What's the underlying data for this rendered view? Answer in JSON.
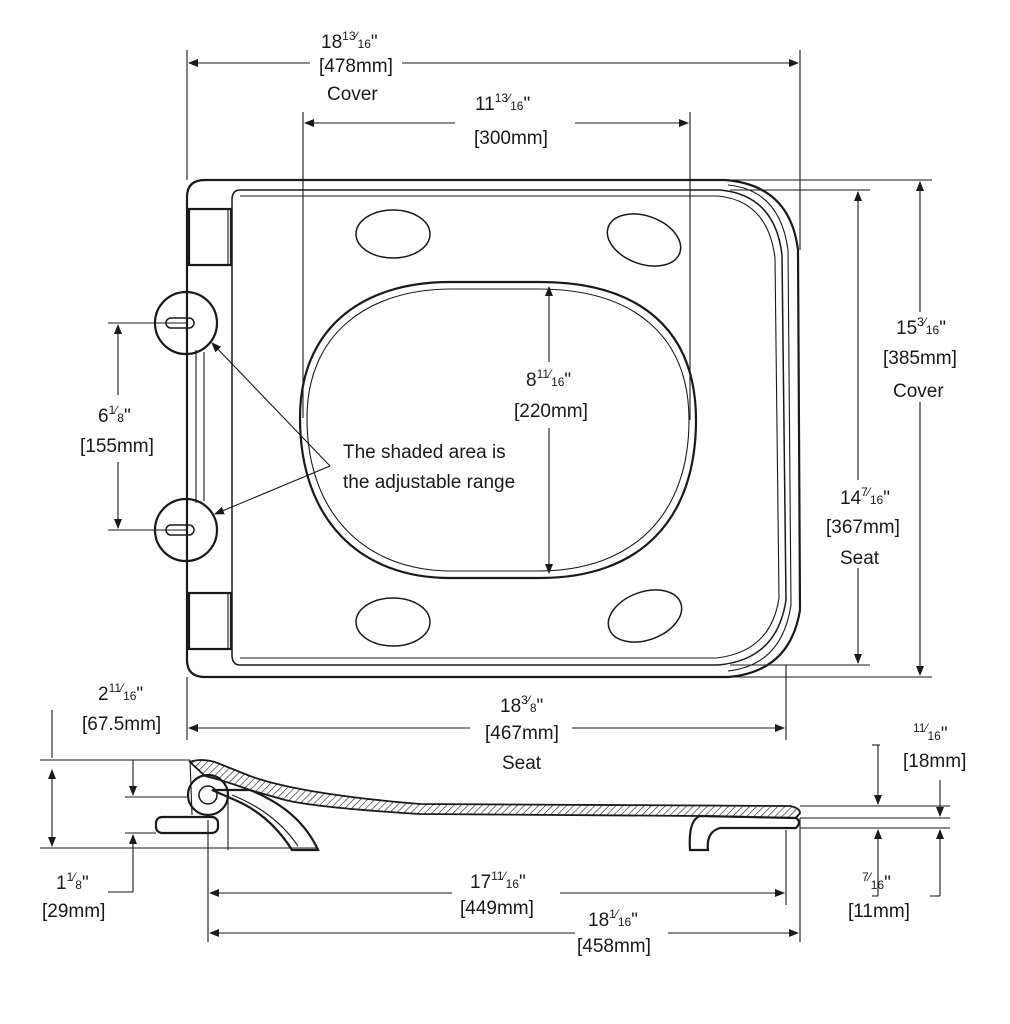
{
  "dimensions": {
    "cover_width": {
      "whole": "18",
      "num": "13",
      "den": "16",
      "unit": "\"",
      "metric": "[478mm]",
      "label": "Cover"
    },
    "bolt_spacing": {
      "whole": "11",
      "num": "13",
      "den": "16",
      "unit": "\"",
      "metric": "[300mm]"
    },
    "opening_depth": {
      "whole": "8",
      "num": "11",
      "den": "16",
      "unit": "\"",
      "metric": "[220mm]"
    },
    "cover_length": {
      "whole": "15",
      "num": "3",
      "den": "16",
      "unit": "\"",
      "metric": "[385mm]",
      "label": "Cover"
    },
    "seat_length": {
      "whole": "14",
      "num": "7",
      "den": "16",
      "unit": "\"",
      "metric": "[367mm]",
      "label": "Seat"
    },
    "hinge_range": {
      "whole": "6",
      "num": "1",
      "den": "8",
      "unit": "\"",
      "metric": "[155mm]"
    },
    "seat_width": {
      "whole": "18",
      "num": "3",
      "den": "8",
      "unit": "\"",
      "metric": "[467mm]",
      "label": "Seat"
    },
    "overall_height": {
      "whole": "2",
      "num": "11",
      "den": "16",
      "unit": "\"",
      "metric": "[67.5mm]"
    },
    "cover_thickness": {
      "whole": "",
      "num": "11",
      "den": "16",
      "unit": "\"",
      "metric": "[18mm]"
    },
    "seat_thickness": {
      "whole": "",
      "num": "7",
      "den": "16",
      "unit": "\"",
      "metric": "[11mm]"
    },
    "hinge_height": {
      "whole": "1",
      "num": "1",
      "den": "8",
      "unit": "\"",
      "metric": "[29mm]"
    },
    "side_depth_inner": {
      "whole": "17",
      "num": "11",
      "den": "16",
      "unit": "\"",
      "metric": "[449mm]"
    },
    "side_depth_outer": {
      "whole": "18",
      "num": "1",
      "den": "16",
      "unit": "\"",
      "metric": "[458mm]"
    }
  },
  "note": {
    "line1": "The shaded area is",
    "line2": "the adjustable range"
  }
}
